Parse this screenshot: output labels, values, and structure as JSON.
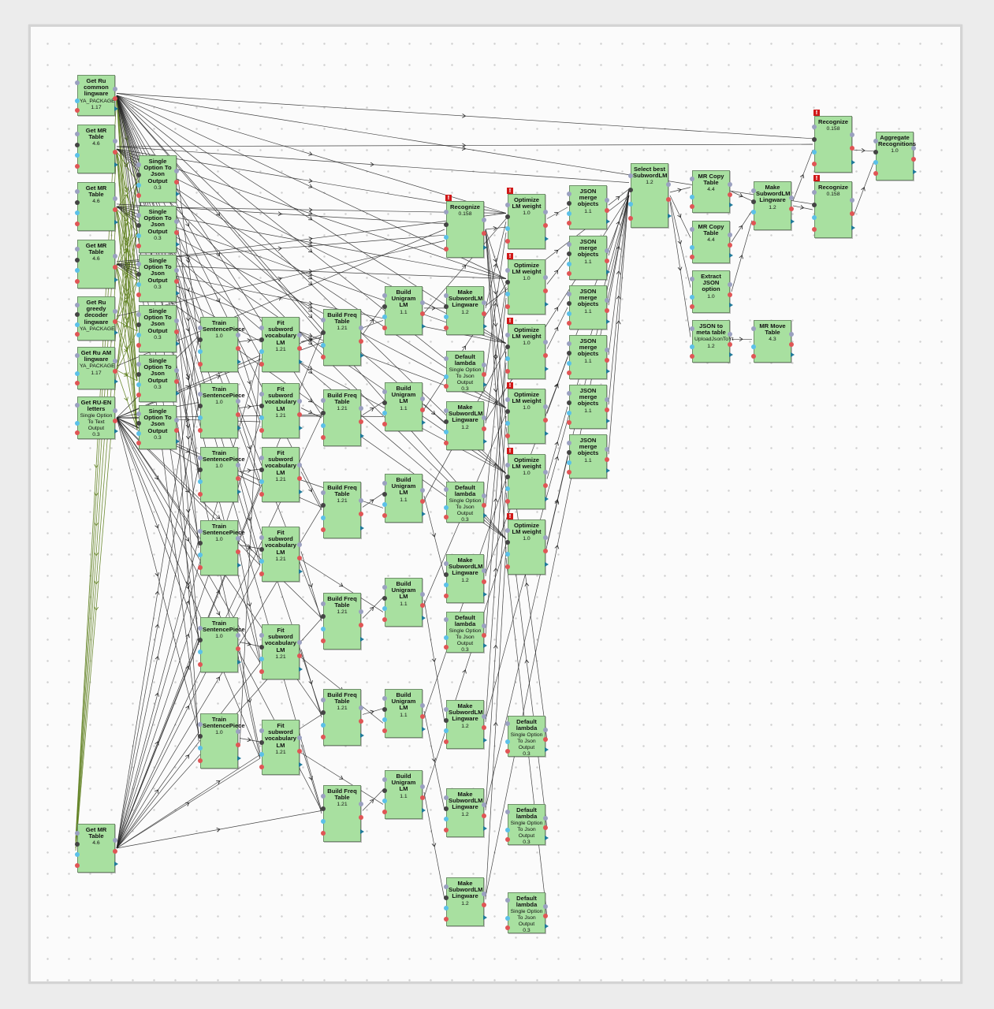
{
  "colors": {
    "node_fill": "#a8e0a0",
    "node_border": "#6f8f6a",
    "edge_black": "#222222",
    "edge_olive": "#5e7f1e",
    "warning": "#d01818"
  },
  "nodes": [
    {
      "id": "n1",
      "title": "Get Ru common lingware",
      "sub": "YA_PACKAGE",
      "ver": "1.17"
    },
    {
      "id": "n2",
      "title": "Get MR Table",
      "ver": "4.6"
    },
    {
      "id": "n3",
      "title": "Get MR Table",
      "ver": "4.6"
    },
    {
      "id": "n4",
      "title": "Get MR Table",
      "ver": "4.6"
    },
    {
      "id": "n5",
      "title": "Get Ru greedy decoder lingware",
      "sub": "YA_PACKAGE"
    },
    {
      "id": "n6",
      "title": "Get Ru AM lingware",
      "sub": "YA_PACKAGE",
      "ver": "1.17"
    },
    {
      "id": "n7",
      "title": "Get RU-EN letters",
      "sub": "Single Option To Text Output",
      "ver": "0.3"
    },
    {
      "id": "n8",
      "title": "Get MR Table",
      "ver": "4.6"
    },
    {
      "id": "s1",
      "title": "Single Option To Json Output",
      "ver": "0.3"
    },
    {
      "id": "s2",
      "title": "Single Option To Json Output",
      "ver": "0.3"
    },
    {
      "id": "s3",
      "title": "Single Option To Json Output",
      "ver": "0.3"
    },
    {
      "id": "s4",
      "title": "Single Option To Json Output",
      "ver": "0.3"
    },
    {
      "id": "s5",
      "title": "Single Option To Json Output",
      "ver": "0.3"
    },
    {
      "id": "s6",
      "title": "Single Option To Json Output",
      "ver": "0.3"
    },
    {
      "id": "t1",
      "title": "Train SentencePiece",
      "ver": "1.0"
    },
    {
      "id": "t2",
      "title": "Train SentencePiece",
      "ver": "1.0"
    },
    {
      "id": "t3",
      "title": "Train SentencePiece",
      "ver": "1.0"
    },
    {
      "id": "t4",
      "title": "Train SentencePiece",
      "ver": "1.0"
    },
    {
      "id": "t5",
      "title": "Train SentencePiece",
      "ver": "1.0"
    },
    {
      "id": "t6",
      "title": "Train SentencePiece",
      "ver": "1.0"
    },
    {
      "id": "f1",
      "title": "Fit subword vocabulary LM",
      "ver": "1.21"
    },
    {
      "id": "f2",
      "title": "Fit subword vocabulary LM",
      "ver": "1.21"
    },
    {
      "id": "f3",
      "title": "Fit subword vocabulary LM",
      "ver": "1.21"
    },
    {
      "id": "f4",
      "title": "Fit subword vocabulary LM",
      "ver": "1.21"
    },
    {
      "id": "f5",
      "title": "Fit subword vocabulary LM",
      "ver": "1.21"
    },
    {
      "id": "f6",
      "title": "Fit subword vocabulary LM",
      "ver": "1.21"
    },
    {
      "id": "b1",
      "title": "Build Freq Table",
      "ver": "1.21"
    },
    {
      "id": "b2",
      "title": "Build Freq Table",
      "ver": "1.21"
    },
    {
      "id": "b3",
      "title": "Build Freq Table",
      "ver": "1.21"
    },
    {
      "id": "b4",
      "title": "Build Freq Table",
      "ver": "1.21"
    },
    {
      "id": "b5",
      "title": "Build Freq Table",
      "ver": "1.21"
    },
    {
      "id": "b6",
      "title": "Build Freq Table",
      "ver": "1.21"
    },
    {
      "id": "u1",
      "title": "Build Unigram LM",
      "ver": "1.1"
    },
    {
      "id": "u2",
      "title": "Build Unigram LM",
      "ver": "1.1"
    },
    {
      "id": "u3",
      "title": "Build Unigram LM",
      "ver": "1.1"
    },
    {
      "id": "u4",
      "title": "Build Unigram LM",
      "ver": "1.1"
    },
    {
      "id": "u5",
      "title": "Build Unigram LM",
      "ver": "1.1"
    },
    {
      "id": "u6",
      "title": "Build Unigram LM",
      "ver": "1.1"
    },
    {
      "id": "rc1",
      "title": "Recognize",
      "ver": "0.158",
      "warn": "!"
    },
    {
      "id": "m1",
      "title": "Make SubwordLM Lingware",
      "ver": "1.2"
    },
    {
      "id": "d1",
      "title": "Default lambda",
      "sub": "Single Option To Json Output",
      "ver": "0.3"
    },
    {
      "id": "m2",
      "title": "Make SubwordLM Lingware",
      "ver": "1.2"
    },
    {
      "id": "d2",
      "title": "Default lambda",
      "sub": "Single Option To Json Output",
      "ver": "0.3"
    },
    {
      "id": "m3",
      "title": "Make SubwordLM Lingware",
      "ver": "1.2"
    },
    {
      "id": "d3",
      "title": "Default lambda",
      "sub": "Single Option To Json Output",
      "ver": "0.3"
    },
    {
      "id": "m4",
      "title": "Make SubwordLM Lingware",
      "ver": "1.2"
    },
    {
      "id": "m5",
      "title": "Make SubwordLM Lingware",
      "ver": "1.2"
    },
    {
      "id": "m6",
      "title": "Make SubwordLM Lingware",
      "ver": "1.2"
    },
    {
      "id": "o1",
      "title": "Optimize LM weight",
      "ver": "1.0",
      "warn": "!"
    },
    {
      "id": "o2",
      "title": "Optimize LM weight",
      "ver": "1.0",
      "warn": "!"
    },
    {
      "id": "o3",
      "title": "Optimize LM weight",
      "ver": "1.0",
      "warn": "!"
    },
    {
      "id": "o4",
      "title": "Optimize LM weight",
      "ver": "1.0",
      "warn": "!"
    },
    {
      "id": "o5",
      "title": "Optimize LM weight",
      "ver": "1.0",
      "warn": "!"
    },
    {
      "id": "o6",
      "title": "Optimize LM weight",
      "ver": "1.0",
      "warn": "!"
    },
    {
      "id": "d4",
      "title": "Default lambda",
      "sub": "Single Option To Json Output",
      "ver": "0.3"
    },
    {
      "id": "d5",
      "title": "Default lambda",
      "sub": "Single Option To Json Output",
      "ver": "0.3"
    },
    {
      "id": "d6",
      "title": "Default lambda",
      "sub": "Single Option To Json Output",
      "ver": "0.3"
    },
    {
      "id": "j1",
      "title": "JSON merge objects",
      "ver": "1.1"
    },
    {
      "id": "j2",
      "title": "JSON merge objects",
      "ver": "1.1"
    },
    {
      "id": "j3",
      "title": "JSON merge objects",
      "ver": "1.1"
    },
    {
      "id": "j4",
      "title": "JSON merge objects",
      "ver": "1.1"
    },
    {
      "id": "j5",
      "title": "JSON merge objects",
      "ver": "1.1"
    },
    {
      "id": "j6",
      "title": "JSON merge objects",
      "ver": "1.1"
    },
    {
      "id": "sel",
      "title": "Select best SubwordLM",
      "ver": "1.2"
    },
    {
      "id": "c1",
      "title": "MR Copy Table",
      "ver": "4.4"
    },
    {
      "id": "c2",
      "title": "MR Copy Table",
      "ver": "4.4"
    },
    {
      "id": "ex",
      "title": "Extract JSON option",
      "ver": "1.0"
    },
    {
      "id": "jm",
      "title": "JSON to meta table",
      "sub": "UploadJsonToYt",
      "ver": "1.2"
    },
    {
      "id": "mv",
      "title": "MR Move Table",
      "ver": "4.3"
    },
    {
      "id": "mk",
      "title": "Make SubwordLM Lingware",
      "ver": "1.2"
    },
    {
      "id": "r2",
      "title": "Recognize",
      "ver": "0.158",
      "warn": "!"
    },
    {
      "id": "r3",
      "title": "Recognize",
      "ver": "0.158",
      "warn": "!"
    },
    {
      "id": "ag",
      "title": "Aggregate Recognitions",
      "ver": "1.0"
    }
  ]
}
